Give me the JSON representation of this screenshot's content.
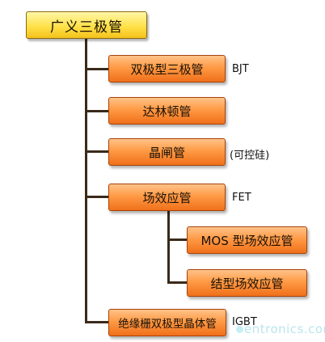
{
  "root": {
    "label": "广义三极管"
  },
  "children": [
    {
      "label": "双极型三极管",
      "note": "BJT"
    },
    {
      "label": "达林顿管",
      "note": ""
    },
    {
      "label": "晶闸管",
      "note": "(可控硅)"
    },
    {
      "label": "场效应管",
      "note": "FET"
    },
    {
      "label": "绝缘栅双极型晶体管",
      "note": "IGBT"
    }
  ],
  "fet_children": [
    {
      "label": "MOS 型场效应管"
    },
    {
      "label": "结型场效应管"
    }
  ],
  "watermark": {
    "text": "entronics.com"
  }
}
